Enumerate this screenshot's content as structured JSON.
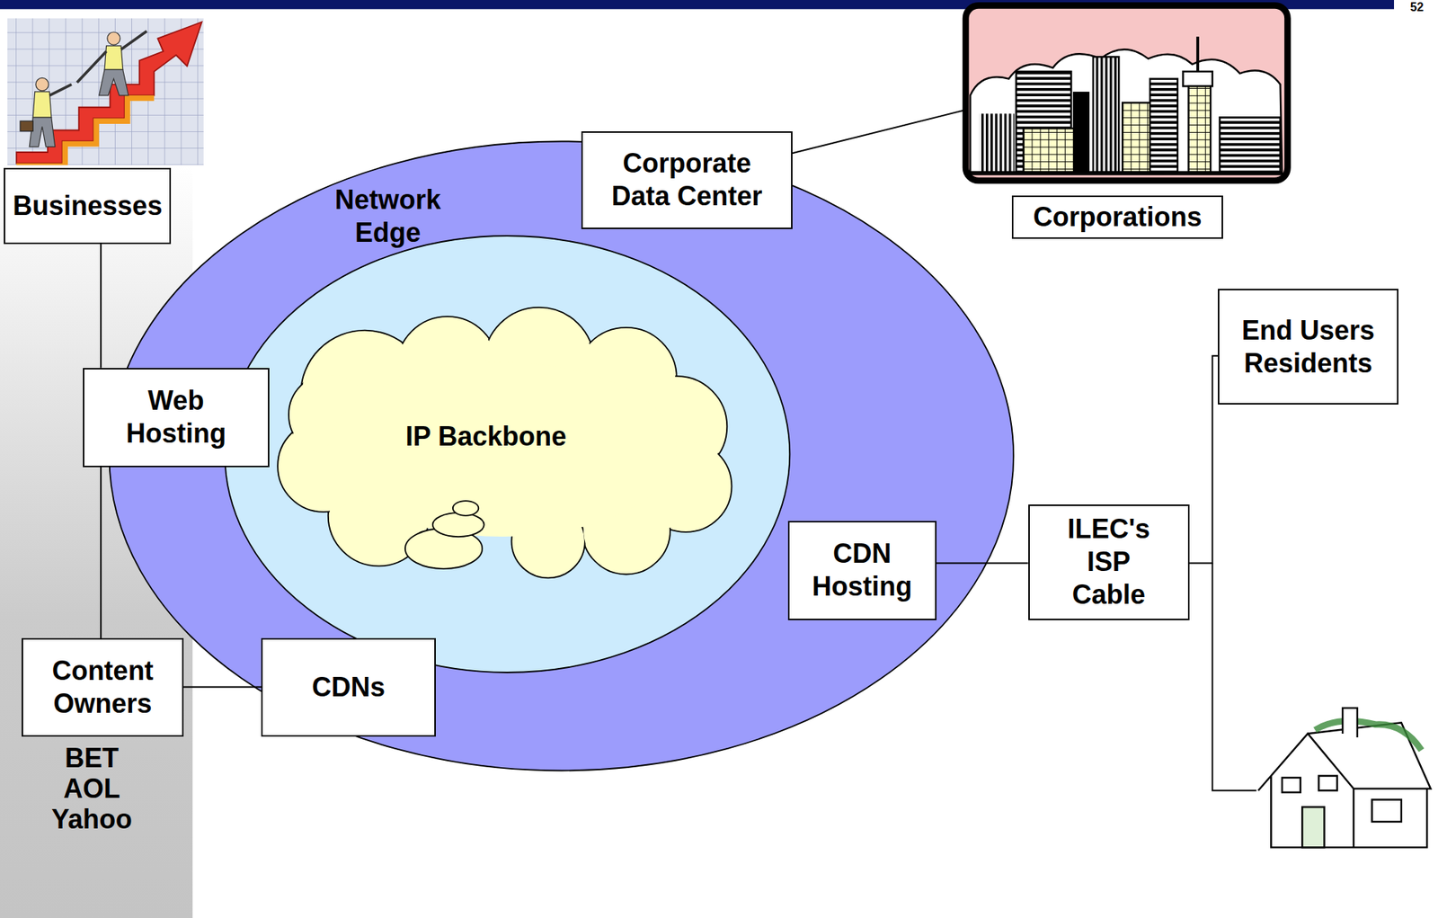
{
  "diagram": {
    "nodes": [
      {
        "text": [
          "Businesses"
        ]
      },
      {
        "text": [
          "Network Edge"
        ]
      },
      {
        "text": [
          "IP Backbone"
        ],
        "in": 1
      },
      {
        "text": [
          "Corporate Data Center"
        ]
      },
      {
        "text": [
          "Corporations"
        ]
      },
      {
        "text": [
          "Web Hosting"
        ]
      },
      {
        "text": [
          "CDN Hosting"
        ]
      },
      {
        "text": [
          "ILEC's ISP Cable"
        ]
      },
      {
        "text": [
          "End Users Residents"
        ]
      },
      {
        "text": [
          "Content Owners"
        ]
      },
      {
        "text": [
          "CDNs"
        ]
      }
    ],
    "edges": [
      {
        "from": 3,
        "to": 4,
        "arrow": "none"
      },
      {
        "from": 0,
        "to": 5,
        "arrow": "none"
      },
      {
        "from": 5,
        "to": 9,
        "arrow": "none"
      },
      {
        "from": 9,
        "to": 10,
        "arrow": "none"
      },
      {
        "from": 6,
        "to": 7,
        "arrow": "none"
      },
      {
        "from": 7,
        "to": 8,
        "arrow": "none"
      }
    ],
    "labels": [
      "52",
      "BET",
      "AOL",
      "Yahoo"
    ]
  }
}
